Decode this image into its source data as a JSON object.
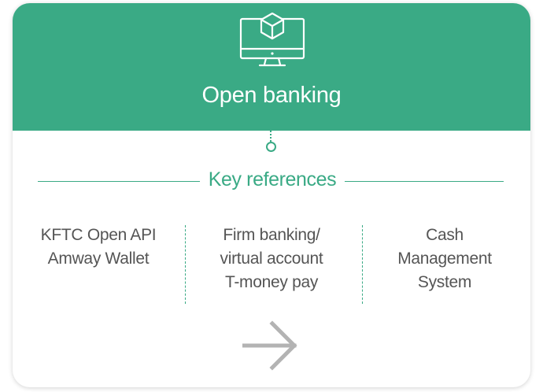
{
  "header": {
    "title": "Open banking",
    "icon": "monitor-cube-icon",
    "background_color": "#3aaa85"
  },
  "section": {
    "title": "Key references"
  },
  "references": [
    {
      "lines": [
        "KFTC Open API",
        "Amway Wallet"
      ]
    },
    {
      "lines": [
        "Firm banking/",
        "virtual account",
        "T-money pay"
      ]
    },
    {
      "lines": [
        "Cash",
        "Management",
        "System"
      ]
    }
  ],
  "footer": {
    "icon": "arrow-right-icon"
  },
  "colors": {
    "accent": "#3aaa85",
    "text": "#555555",
    "arrow": "#b3b3b3"
  }
}
